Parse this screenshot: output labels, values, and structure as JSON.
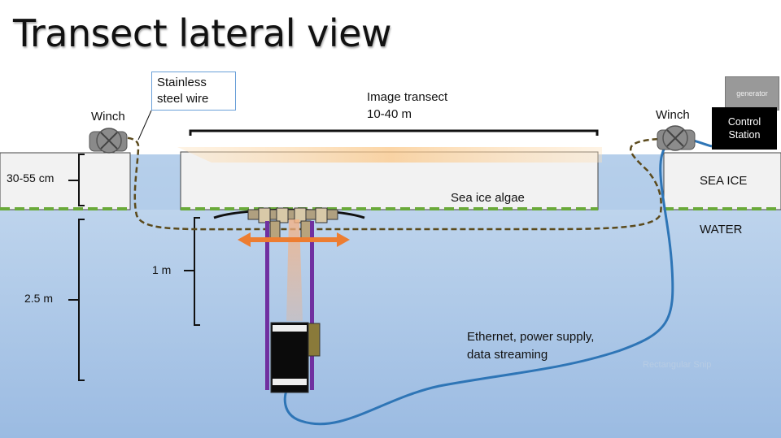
{
  "title": "Transect lateral view",
  "labels": {
    "winch_left": "Winch",
    "winch_right": "Winch",
    "wire_line1": "Stainless",
    "wire_line2": "steel wire",
    "transect_line1": "Image transect",
    "transect_line2": "10-40 m",
    "ice_thickness": "30-55 cm",
    "algae": "Sea ice algae",
    "sea_ice": "SEA ICE",
    "water": "WATER",
    "depth_1m": "1 m",
    "depth_2_5m": "2.5 m",
    "cable_line1": "Ethernet, power supply,",
    "cable_line2": "data streaming",
    "generator": "generator",
    "control_line1": "Control",
    "control_line2": "Station",
    "faint_overlay": "Rectangular Snip"
  },
  "colors": {
    "water_top": "#c5d9ef",
    "water_bottom": "#9ebde3",
    "ice_fill": "#f2f2f2",
    "algae_line": "#6aaa3a",
    "wire": "#5b4a1c",
    "cable": "#2e75b6",
    "arrow": "#ed7d31",
    "frame": "#7030a0",
    "light_beam": "#fbd7a6"
  }
}
